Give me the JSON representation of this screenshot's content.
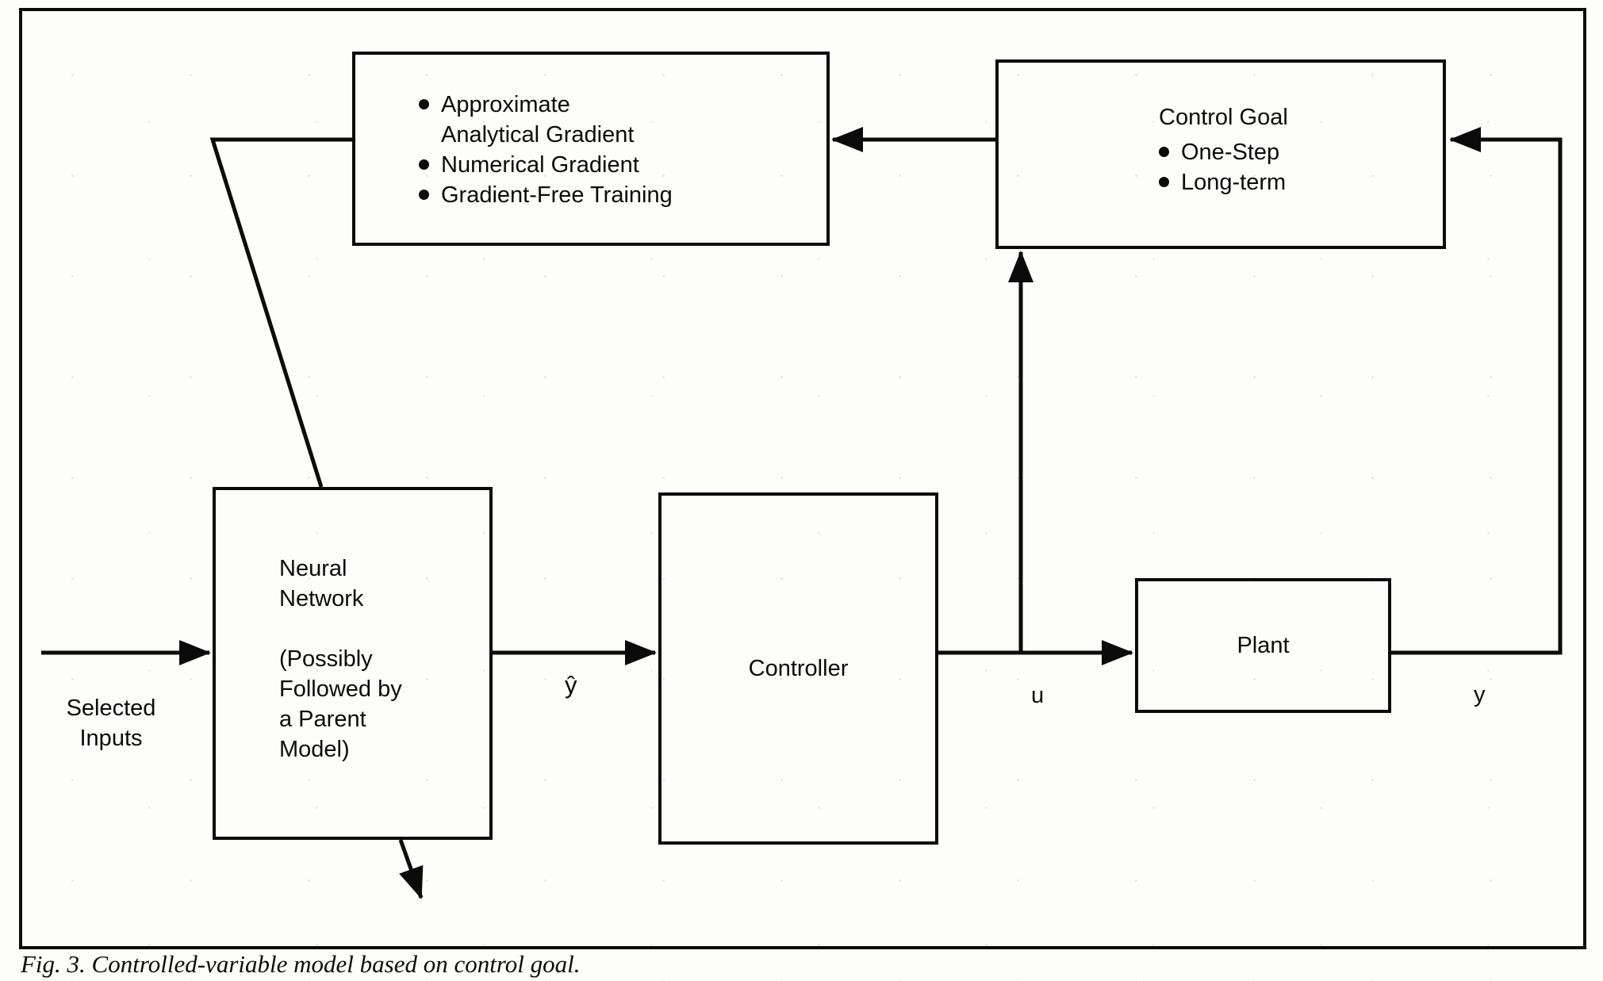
{
  "figure": {
    "caption": "Fig. 3. Controlled-variable model based on control goal."
  },
  "boxes": {
    "training_methods": {
      "items": [
        "Approximate Analytical Gradient",
        "Numerical Gradient",
        "Gradient-Free Training"
      ]
    },
    "control_goal": {
      "title": "Control Goal",
      "items": [
        "One-Step",
        "Long-term"
      ]
    },
    "neural_network": {
      "lines": [
        "Neural",
        "Network",
        "(Possibly",
        "Followed by",
        "a Parent",
        "Model)"
      ]
    },
    "controller": {
      "label": "Controller"
    },
    "plant": {
      "label": "Plant"
    }
  },
  "labels": {
    "selected_inputs": {
      "line1": "Selected",
      "line2": "Inputs"
    },
    "y_hat": "ŷ",
    "u": "u",
    "y": "y"
  },
  "colors": {
    "line": "#0b0b0b",
    "background": "#fdfdfb"
  }
}
